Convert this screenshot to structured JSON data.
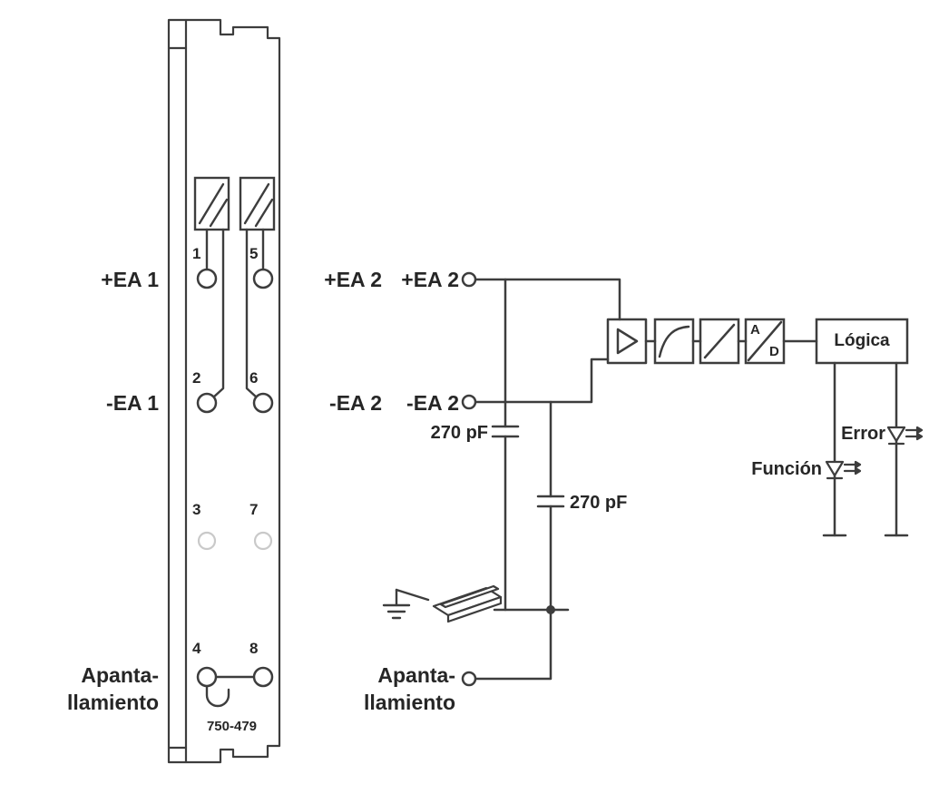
{
  "module": {
    "model_number": "750-479",
    "terminal_numbers": [
      "1",
      "2",
      "3",
      "4",
      "5",
      "6",
      "7",
      "8"
    ],
    "labels": {
      "input1_plus": "+EA 1",
      "input1_minus": "-EA 1",
      "shield_line1": "Apanta-",
      "shield_line2": "llamiento"
    }
  },
  "schematic": {
    "labels": {
      "input2_plus_outer": "+EA 2",
      "input2_plus_inner": "+EA 2",
      "input2_minus_outer": "-EA 2",
      "input2_minus_inner": "-EA 2",
      "capacitor1": "270 pF",
      "capacitor2": "270 pF",
      "shield_line1": "Apanta-",
      "shield_line2": "llamiento",
      "adc_top": "A",
      "adc_bottom": "D",
      "logic_block": "Lógica",
      "led_error": "Error",
      "led_function": "Función"
    }
  },
  "icons": {
    "cage_clamp": "diagonal-slash-box",
    "capacitor": "parallel-plates",
    "ground": "earth-ground",
    "din_rail": "din-rail-3d",
    "amplifier": "triangle-right",
    "filter": "saturation-curve",
    "linearization": "diagonal-line",
    "adc": "a-d-split-box",
    "led": "triangle-with-arrows",
    "junction": "filled-dot"
  },
  "colors": {
    "line": "#3d3d3d",
    "text": "#262626",
    "inactive_terminal": "#c9c9c9",
    "background": "#ffffff"
  }
}
